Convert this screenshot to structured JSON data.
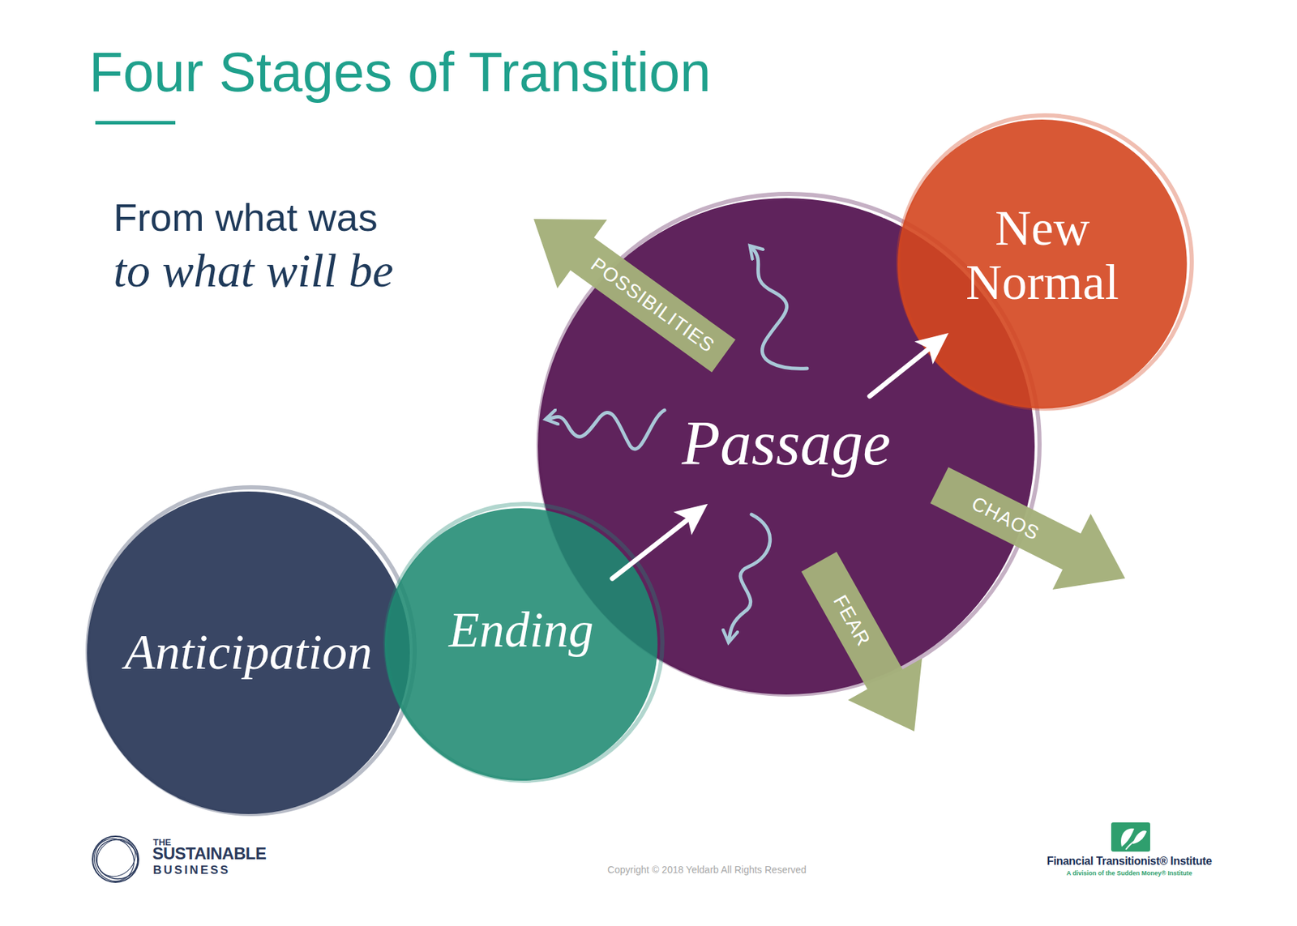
{
  "diagram": {
    "title": "Four Stages of Transition",
    "nodes": [
      {
        "text": [
          "Anticipation"
        ]
      },
      {
        "text": [
          "Ending"
        ]
      },
      {
        "text": [
          "Passage"
        ]
      },
      {
        "text": [
          "New Normal"
        ]
      }
    ],
    "edges": [
      {
        "from": 1,
        "to": 2,
        "arrow": "to"
      },
      {
        "from": 2,
        "to": 3,
        "arrow": "to"
      }
    ],
    "labels": [
      "From what was",
      "to what will be",
      "POSSIBILITIES",
      "CHAOS",
      "FEAR",
      "THE",
      "SUSTAINABLE",
      "BUSINESS",
      "Copyright © 2018 Yeldarb All Rights Reserved",
      "Financial Transitionist® Institute",
      "A division of the Sudden Money® Institute"
    ]
  }
}
